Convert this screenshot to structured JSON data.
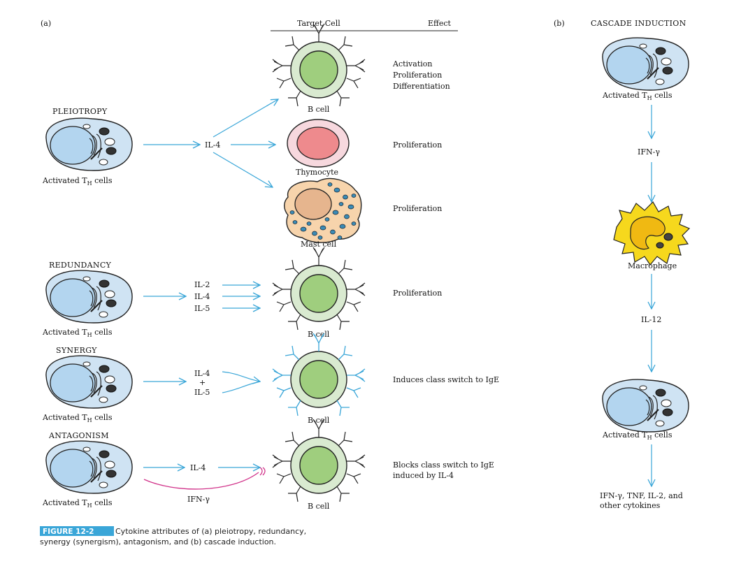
{
  "panel_a_label": "(a)",
  "panel_b_label": "(b)",
  "header": {
    "target_cell": "Target Cell",
    "effect": "Effect"
  },
  "cascade_title": "CASCADE INDUCTION",
  "sections": {
    "pleiotropy": "PLEIOTROPY",
    "redundancy": "REDUNDANCY",
    "synergy": "SYNERGY",
    "antagonism": "ANTAGONISM"
  },
  "th_cell": {
    "prefix": "Activated T",
    "subscript": "H",
    "suffix": " cells"
  },
  "cytokines": {
    "il4": "IL-4",
    "il2": "IL-2",
    "il5": "IL-5",
    "plus": "+",
    "ifn_gamma": "IFN-γ",
    "il12": "IL-12"
  },
  "targets": {
    "b_cell": "B cell",
    "thymocyte": "Thymocyte",
    "mast_cell": "Mast cell",
    "macrophage": "Macrophage"
  },
  "effects": {
    "activation": "Activation",
    "proliferation": "Proliferation",
    "differentiation": "Differentiation",
    "class_switch": "Induces class switch to IgE",
    "blocks_line1": "Blocks class switch to IgE",
    "blocks_line2": "induced by IL-4"
  },
  "cascade_output": {
    "line1": "IFN-γ, TNF, IL-2, and",
    "line2": "other cytokines"
  },
  "caption": {
    "figure_num": "FIGURE 12-2",
    "line1": " Cytokine attributes of (a) pleiotropy, redundancy,",
    "line2": "synergy (synergism), antagonism, and (b) cascade induction."
  },
  "colors": {
    "arrow": "#3aa6d8",
    "antagonist_arrow": "#d1338a",
    "th_cytoplasm": "#cfe3f3",
    "th_nucleus": "#b3d5ef",
    "b_cell_outer": "#d9ead0",
    "b_cell_nucleus": "#9fce7e",
    "thymocyte_outer": "#f7d8de",
    "thymocyte_nucleus": "#ee8a8d",
    "mast_cytoplasm": "#f7d4ac",
    "mast_nucleus": "#e6b58e",
    "mast_granule": "#3b8bb5",
    "macrophage": "#f6d81d",
    "caption_box": "#3aa6d8"
  }
}
